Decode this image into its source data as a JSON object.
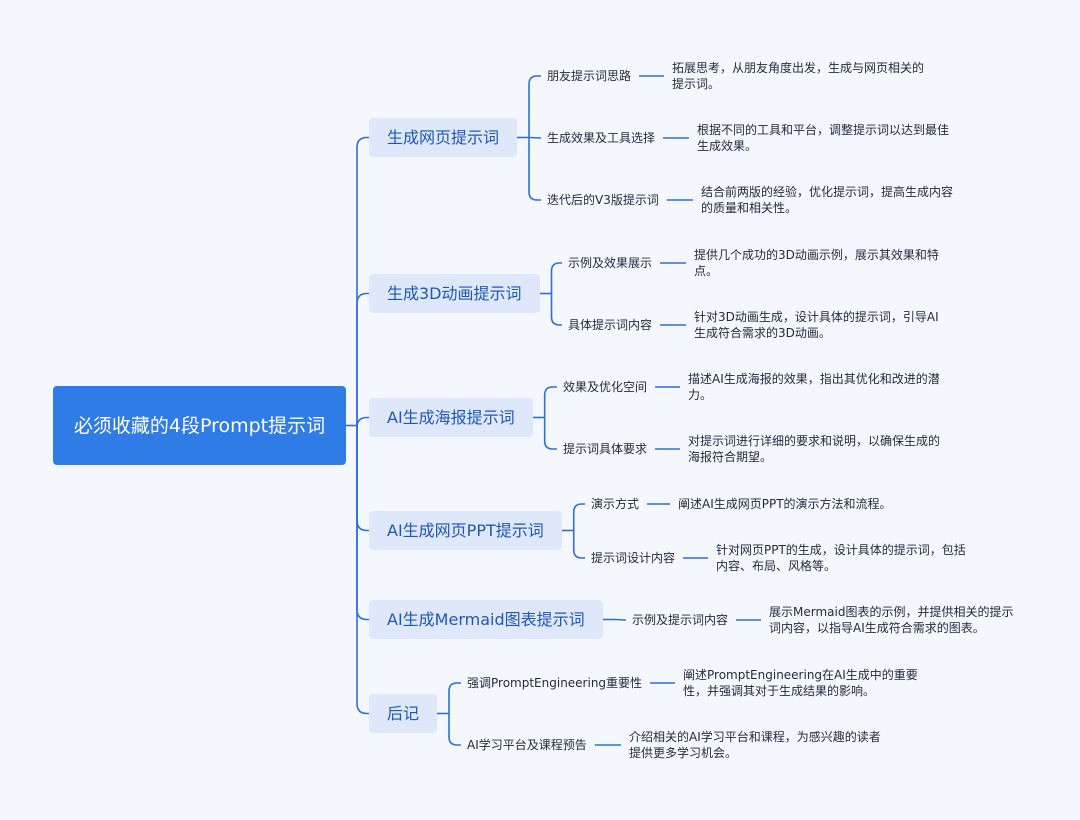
{
  "root": {
    "title": "必须收藏的4段Prompt提示词"
  },
  "branches": [
    {
      "label": "生成网页提示词",
      "children": [
        {
          "label": "朋友提示词思路",
          "desc": "拓展思考，从朋友角度出发，生成与网页相关的提示词。"
        },
        {
          "label": "生成效果及工具选择",
          "desc": "根据不同的工具和平台，调整提示词以达到最佳生成效果。"
        },
        {
          "label": "迭代后的V3版提示词",
          "desc": "结合前两版的经验，优化提示词，提高生成内容的质量和相关性。"
        }
      ]
    },
    {
      "label": "生成3D动画提示词",
      "children": [
        {
          "label": "示例及效果展示",
          "desc": "提供几个成功的3D动画示例，展示其效果和特点。"
        },
        {
          "label": "具体提示词内容",
          "desc": "针对3D动画生成，设计具体的提示词，引导AI生成符合需求的3D动画。"
        }
      ]
    },
    {
      "label": "AI生成海报提示词",
      "children": [
        {
          "label": "效果及优化空间",
          "desc": "描述AI生成海报的效果，指出其优化和改进的潜力。"
        },
        {
          "label": "提示词具体要求",
          "desc": "对提示词进行详细的要求和说明，以确保生成的海报符合期望。"
        }
      ]
    },
    {
      "label": "AI生成网页PPT提示词",
      "children": [
        {
          "label": "演示方式",
          "desc": "阐述AI生成网页PPT的演示方法和流程。"
        },
        {
          "label": "提示词设计内容",
          "desc": "针对网页PPT的生成，设计具体的提示词，包括内容、布局、风格等。"
        }
      ]
    },
    {
      "label": "AI生成Mermaid图表提示词",
      "children": [
        {
          "label": "示例及提示词内容",
          "desc": "展示Mermaid图表的示例，并提供相关的提示词内容，以指导AI生成符合需求的图表。"
        }
      ]
    },
    {
      "label": "后记",
      "children": [
        {
          "label": "强调PromptEngineering重要性",
          "desc": "阐述PromptEngineering在AI生成中的重要性，并强调其对于生成结果的影响。"
        },
        {
          "label": "AI学习平台及课程预告",
          "desc": "介绍相关的AI学习平台和课程，为感兴趣的读者提供更多学习机会。"
        }
      ]
    }
  ],
  "colors": {
    "line": "#2f6fd6",
    "root_bg": "#2f7ce6",
    "branch_bg": "#dfe8fa",
    "branch_text": "#1e57b8"
  }
}
